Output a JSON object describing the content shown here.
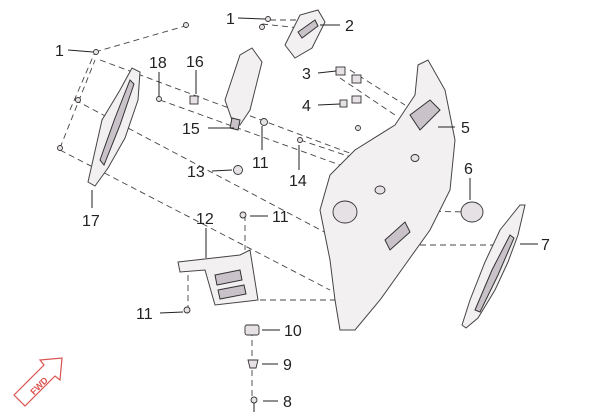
{
  "callouts": {
    "c1a": "1",
    "c1b": "1",
    "c2": "2",
    "c3": "3",
    "c4": "4",
    "c5": "5",
    "c6": "6",
    "c7": "7",
    "c8": "8",
    "c9": "9",
    "c10": "10",
    "c11a": "11",
    "c11b": "11",
    "c11c": "11",
    "c12": "12",
    "c13": "13",
    "c14": "14",
    "c15": "15",
    "c16": "16",
    "c17": "17",
    "c18": "18"
  },
  "fwd": {
    "label": "FWD"
  },
  "colors": {
    "line": "#222222",
    "part_fill": "#f3f0f2",
    "part_shade": "#c9c2c8",
    "fwd_arrow": "#d9534f"
  }
}
